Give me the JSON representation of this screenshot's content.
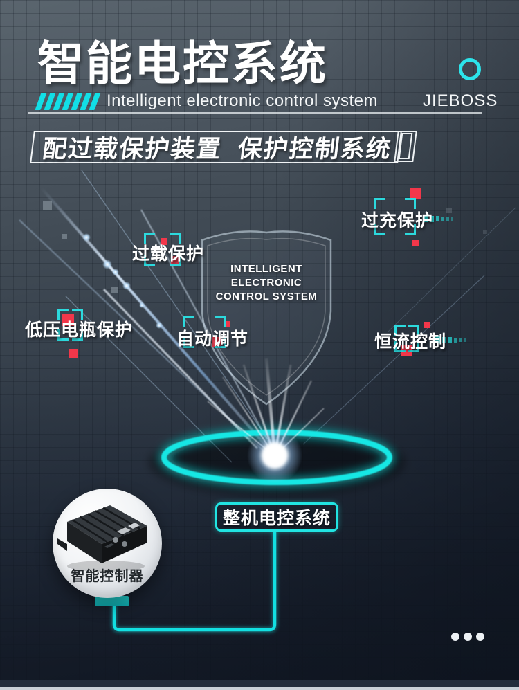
{
  "brand": {
    "name": "JIEBOSS"
  },
  "header": {
    "title": "智能电控系统",
    "subtitle": "Intelligent electronic control system",
    "banner": "配过载保护装置  保护控制系统"
  },
  "shield": {
    "line1": "INTELLIGENT ELECTRONIC",
    "line2": "CONTROL SYSTEM"
  },
  "features": [
    {
      "label": "过充保护"
    },
    {
      "label": "过载保护"
    },
    {
      "label": "低压电瓶保护"
    },
    {
      "label": "自动调节"
    },
    {
      "label": "恒流控制"
    }
  ],
  "callout": {
    "system_label": "整机电控系统",
    "component_label": "智能控制器"
  },
  "colors": {
    "accent_teal": "#1ce2e4",
    "accent_red": "#f2374a",
    "background_top": "#57626b",
    "background_bottom": "#1a2230"
  }
}
